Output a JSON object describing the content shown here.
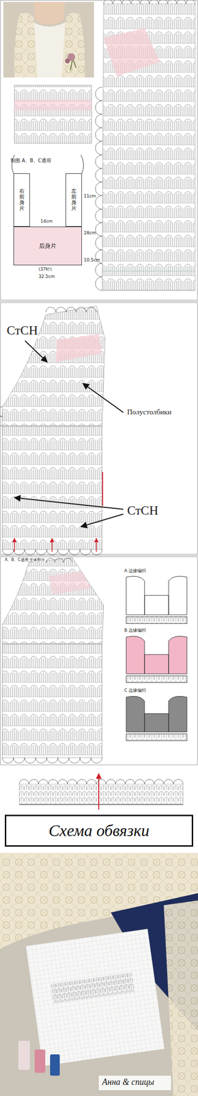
{
  "diagram": {
    "nodes": [
      {
        "text": [
          "右前身片"
        ]
      },
      {
        "text": [
          "左前身片"
        ]
      },
      {
        "text": [
          "后身片"
        ]
      },
      {
        "text": [
          "Схема обвязки"
        ]
      }
    ],
    "labels": [
      "制图 A、B、C通用",
      "14cm",
      "28cm",
      "(37针)",
      "11cm",
      "32.5cm",
      "10.5cm",
      "СтСН",
      "Полустолбики",
      "СтСН",
      "A、B、C通用 主体部分",
      "A 边缘编织",
      "B 边缘编织",
      "C 边缘编织",
      "Анна & спицы"
    ]
  }
}
